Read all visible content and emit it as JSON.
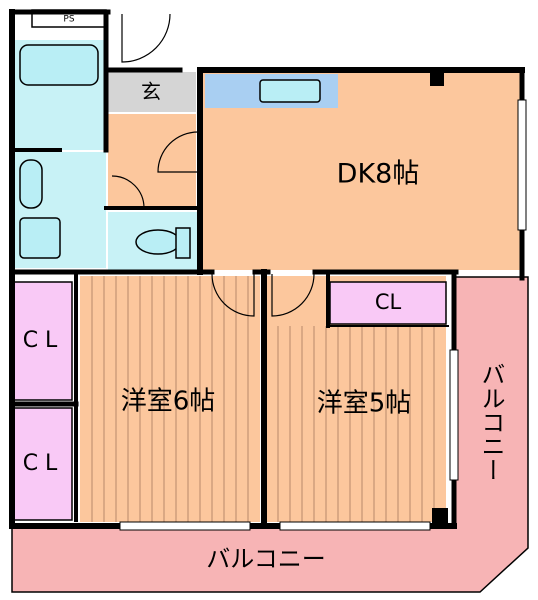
{
  "labels": {
    "ps": "PS",
    "genkan": "玄",
    "dk": "DK8帖",
    "cl_top_left": "C L",
    "cl_bottom_left": "C L",
    "cl_right": "CL",
    "western_room_6": "洋室6帖",
    "western_room_5": "洋室5帖",
    "balcony_bottom": "バルコニー",
    "balcony_right": "バルコニー"
  },
  "colors": {
    "wall": "#000000",
    "floor_dk": "#fcc79d",
    "floor_room": "#fcc79d",
    "floor_line": "#b7896a",
    "wet_area": "#c8f2f6",
    "closet": "#f9c9f6",
    "balcony": "#f7b4b5",
    "entrance": "#d5d5d5",
    "kitchen_counter": "#a9cff2",
    "fixture_fill": "#b9eef5"
  }
}
